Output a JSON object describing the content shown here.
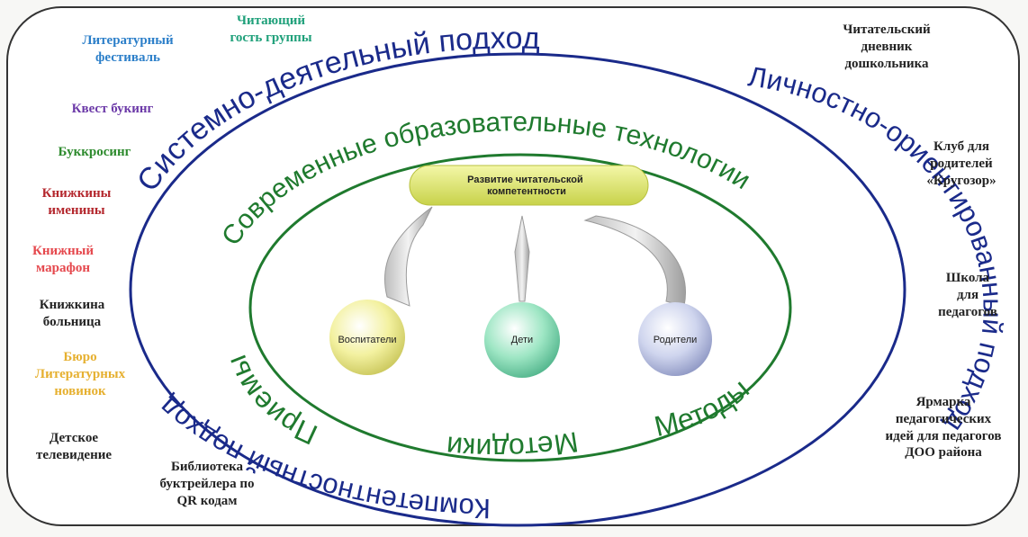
{
  "diagram": {
    "center_box": "Развитие читательской\nкомпетентности",
    "circles": {
      "left": "Воспитатели",
      "middle": "Дети",
      "right": "Родители"
    },
    "outer_ring": {
      "top": "Системно-деятельный подход",
      "right": "Личностно-ориентированный подход",
      "left": "Компетентностный подход"
    },
    "inner_ring": {
      "top": "Современные образовательные технологии",
      "left": "Приемы",
      "bottom": "Методики",
      "right": "Методы"
    }
  },
  "left_items": [
    {
      "text": "Литературный\nфестиваль",
      "color": "#2c7fc9"
    },
    {
      "text": "Читающий\nгость группы",
      "color": "#1fa07a"
    },
    {
      "text": "Квест букинг",
      "color": "#6c3aa8"
    },
    {
      "text": "Буккросинг",
      "color": "#2e8b2e"
    },
    {
      "text": "Книжкины\nименины",
      "color": "#b4282e"
    },
    {
      "text": "Книжный\nмарафон",
      "color": "#e5484d"
    },
    {
      "text": "Книжкина\nбольница",
      "color": "#222222"
    },
    {
      "text": "Бюро\nЛитературных\nновинок",
      "color": "#e6b030"
    },
    {
      "text": "Детское\nтелевидение",
      "color": "#222222"
    },
    {
      "text": "Библиотека\nбуктрейлера по\nQR кодам",
      "color": "#222222"
    }
  ],
  "right_items": [
    {
      "text": "Читательский\nдневник\nдошкольника",
      "color": "#222222"
    },
    {
      "text": "Клуб для\nродителей\n«Кругозор»",
      "color": "#222222"
    },
    {
      "text": "Школа\nдля\nпедагогов",
      "color": "#222222"
    },
    {
      "text": "Ярмарка\nпедагогических\nидей для педагогов\nДОО района",
      "color": "#222222"
    }
  ],
  "colors": {
    "outer_text": "#1a2a8a",
    "inner_text": "#1f7a2e",
    "outer_ellipse": "#1a2a8a",
    "inner_ellipse": "#1f7a2e"
  }
}
